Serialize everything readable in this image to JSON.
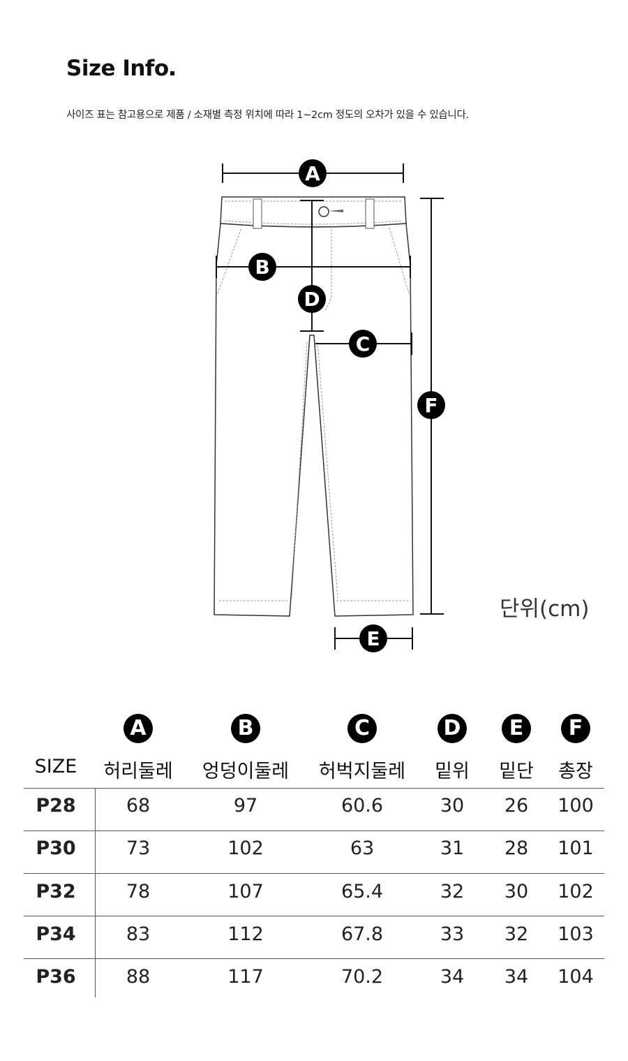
{
  "title": "Size Info",
  "note": "사이즈 표는 참고용으로 제품 / 소재별 측정 위치에 따라 1~2cm 정도의 오차가 있을 수 있습니다.",
  "unit": "단위(cm)",
  "diagram_labels": [
    "A",
    "B",
    "C",
    "D",
    "E",
    "F"
  ],
  "table": {
    "size_header": "SIZE",
    "columns": [
      {
        "badge": "A",
        "label": "허리둘레"
      },
      {
        "badge": "B",
        "label": "엉덩이둘레"
      },
      {
        "badge": "C",
        "label": "허벅지둘레"
      },
      {
        "badge": "D",
        "label": "밑위"
      },
      {
        "badge": "E",
        "label": "밑단"
      },
      {
        "badge": "F",
        "label": "총장"
      }
    ],
    "rows": [
      {
        "size": "P28",
        "values": [
          "68",
          "97",
          "60.6",
          "30",
          "26",
          "100"
        ]
      },
      {
        "size": "P30",
        "values": [
          "73",
          "102",
          "63",
          "31",
          "28",
          "101"
        ]
      },
      {
        "size": "P32",
        "values": [
          "78",
          "107",
          "65.4",
          "32",
          "30",
          "102"
        ]
      },
      {
        "size": "P34",
        "values": [
          "83",
          "112",
          "67.8",
          "33",
          "32",
          "103"
        ]
      },
      {
        "size": "P36",
        "values": [
          "88",
          "117",
          "70.2",
          "34",
          "34",
          "104"
        ]
      }
    ]
  }
}
